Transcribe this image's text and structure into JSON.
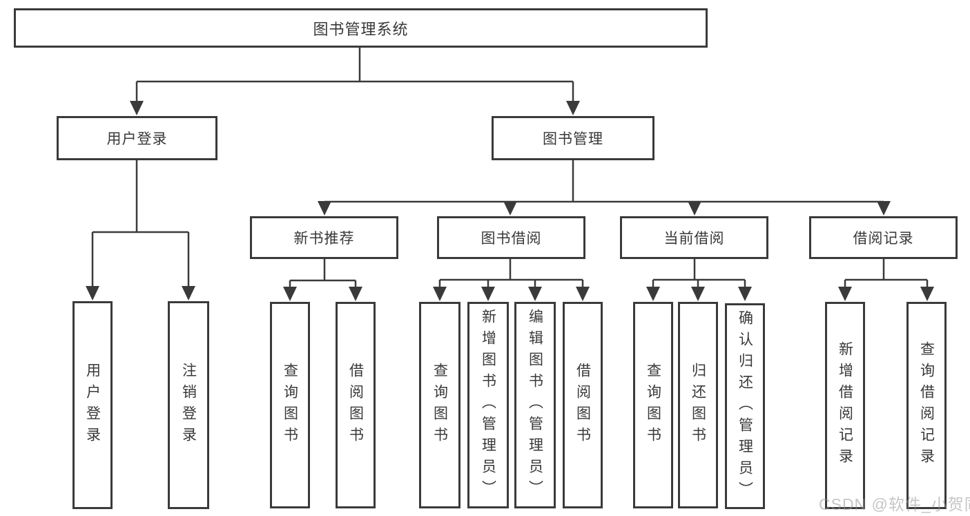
{
  "diagram": {
    "root": {
      "label": "图书管理系统"
    },
    "branches": [
      {
        "label": "用户登录",
        "children": [
          {
            "label": "用户登录"
          },
          {
            "label": "注销登录"
          }
        ]
      },
      {
        "label": "图书管理",
        "children": [
          {
            "label": "新书推荐",
            "children": [
              {
                "label": "查询图书"
              },
              {
                "label": "借阅图书"
              }
            ]
          },
          {
            "label": "图书借阅",
            "children": [
              {
                "label": "查询图书"
              },
              {
                "label": "新增图书（管理员）"
              },
              {
                "label": "编辑图书（管理员）"
              },
              {
                "label": "借阅图书"
              }
            ]
          },
          {
            "label": "当前借阅",
            "children": [
              {
                "label": "查询图书"
              },
              {
                "label": "归还图书"
              },
              {
                "label": "确认归还（管理员）"
              }
            ]
          },
          {
            "label": "借阅记录",
            "children": [
              {
                "label": "新增借阅记录"
              },
              {
                "label": "查询借阅记录"
              }
            ]
          }
        ]
      }
    ]
  },
  "watermark": {
    "text": "CSDN @软件_小贺同学"
  },
  "colors": {
    "line": "#3a3a3a",
    "box_border": "#3a3a3a",
    "text": "#383838",
    "watermark": "#a8a8a8",
    "background": "#ffffff"
  }
}
